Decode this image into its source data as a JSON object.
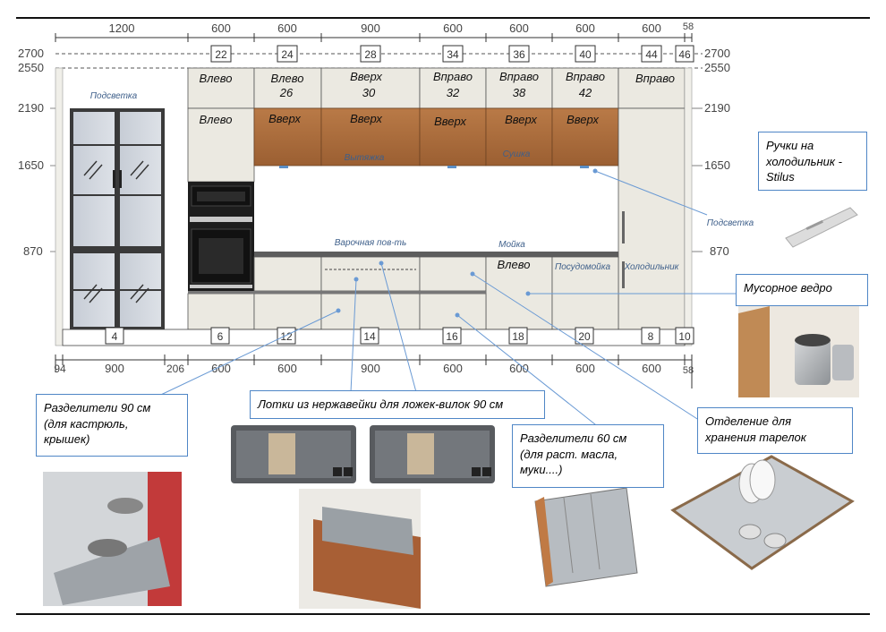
{
  "top_widths": [
    "1200",
    "600",
    "600",
    "900",
    "600",
    "600",
    "600",
    "600",
    "58"
  ],
  "bottom_widths": [
    "94",
    "900",
    "206",
    "600",
    "600",
    "900",
    "600",
    "600",
    "600",
    "600",
    "58"
  ],
  "heights_left": [
    "2700",
    "2550",
    "2190",
    "1650",
    "870"
  ],
  "heights_right": [
    "2700",
    "2550",
    "2190",
    "1650",
    "870"
  ],
  "top_module_numbers": [
    "22",
    "24",
    "28",
    "34",
    "36",
    "40",
    "44",
    "46"
  ],
  "bottom_module_numbers": [
    "4",
    "6",
    "12",
    "14",
    "16",
    "18",
    "20",
    "8",
    "10"
  ],
  "upper_openings": [
    "Влево",
    "Влево",
    "Вверх",
    "Вправо",
    "Вправо",
    "Вправо",
    "Вправо"
  ],
  "upper_numbers": [
    "26",
    "30",
    "32",
    "38",
    "42"
  ],
  "middle_openings": [
    "Влево",
    "Вверх",
    "Вверх",
    "Вверх",
    "Вверх",
    "Вверх"
  ],
  "base_opening": "Влево",
  "labels": {
    "podsvetka_left": "Подсветка",
    "vytyazhka": "Вытяжка",
    "sushka": "Сушка",
    "podsvetka_right": "Подсветка",
    "varochnaya": "Варочная пов-ть",
    "moyka": "Мойка",
    "posudomoyka": "Посудомойка",
    "holodilnik": "Холодильник"
  },
  "callouts": {
    "handles": [
      "Ручки на",
      "холодильник -",
      "Stilus"
    ],
    "trash": [
      "Мусорное ведро"
    ],
    "plates": [
      "Отделение для",
      "хранения тарелок"
    ],
    "dividers90": [
      "Разделители 90 см",
      "(для кастрюль,",
      "крышек)"
    ],
    "trays": [
      "Лотки из нержавейки для ложек-вилок 90 см"
    ],
    "dividers60": [
      "Разделители 60 см",
      "(для раст. масла,",
      "муки....)"
    ]
  },
  "colors": {
    "wood": "#a86a3a",
    "panel": "#ebe9e1",
    "callout_border": "#4f86c6",
    "label_blue": "#3e5f8a",
    "dim_line": "#333333"
  }
}
